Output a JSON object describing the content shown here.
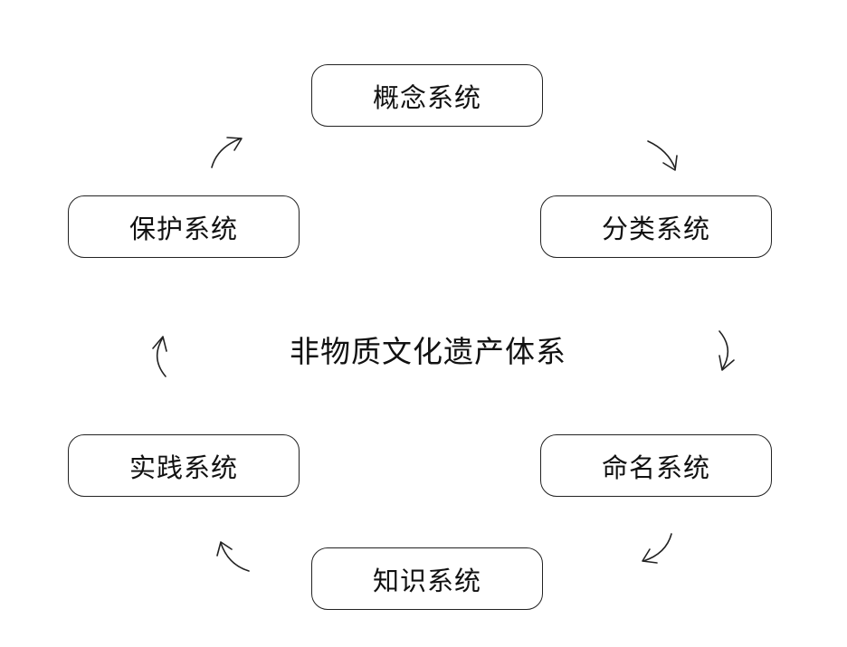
{
  "diagram": {
    "center": "非物质文化遗产体系",
    "nodes": {
      "concept": "概念系统",
      "classify": "分类系统",
      "naming": "命名系统",
      "knowledge": "知识系统",
      "practice": "实践系统",
      "protect": "保护系统"
    }
  }
}
